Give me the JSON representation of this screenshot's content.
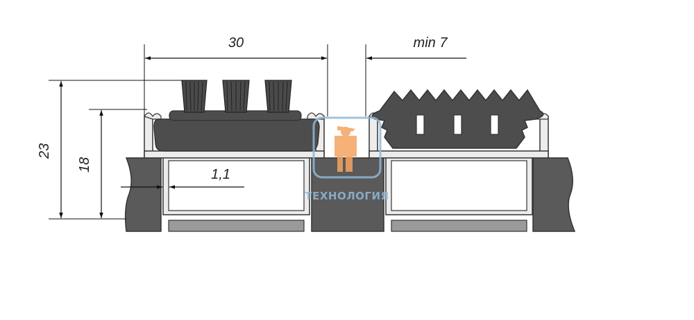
{
  "dimensions": {
    "width_top": "30",
    "gap_min": "min 7",
    "height_total": "23",
    "height_inner": "18",
    "wall_thickness": "1,1"
  },
  "watermark": {
    "text": "ТЕХНОЛОГИЯ"
  },
  "colors": {
    "dark_rubber": "#4d4d4d",
    "floor": "#5a5a5a",
    "aluminium": "#e6e6e6",
    "outline": "#333333",
    "insert_grey": "#9a9a9a",
    "watermark": "#8fb8d8",
    "watermark_figure": "#f4a460"
  }
}
